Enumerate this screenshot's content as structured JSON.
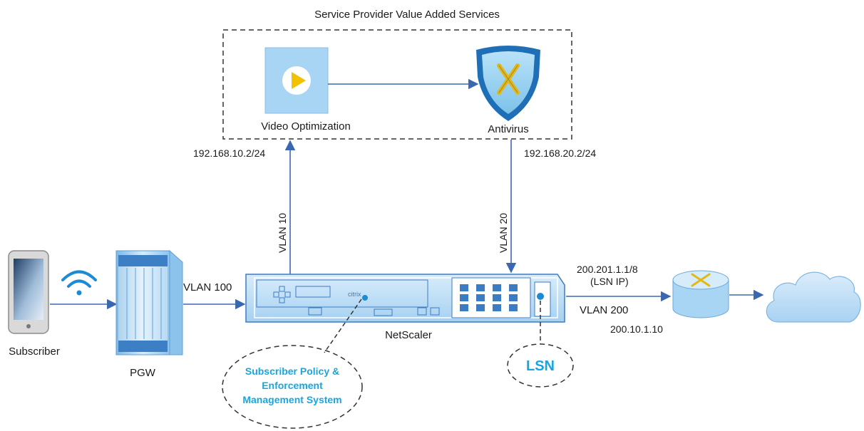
{
  "title": "Service Provider Value Added Services",
  "labels": {
    "video_optimization": "Video Optimization",
    "antivirus": "Antivirus",
    "ip_vlan10": "192.168.10.2/24",
    "ip_vlan20": "192.168.20.2/24",
    "vlan10": "VLAN 10",
    "vlan20": "VLAN 20",
    "vlan100": "VLAN 100",
    "vlan200": "VLAN 200",
    "lsn_ip_addr": "200.201.1.1/8",
    "lsn_ip_tag": "(LSN  IP)",
    "router_ip": "200.10.1.10",
    "netscaler": "NetScaler",
    "subscriber": "Subscriber",
    "pgw": "PGW",
    "lsn": "LSN",
    "policy_line1": "Subscriber Policy &",
    "policy_line2": "Enforcement",
    "policy_line3": "Management System"
  },
  "icons": {
    "video": "play-icon",
    "antivirus": "shield-icon",
    "subscriber": "mobile-phone-icon",
    "wifi": "wifi-icon",
    "pgw": "server-rack-icon",
    "netscaler": "appliance-icon",
    "router": "router-icon",
    "internet": "cloud-icon"
  },
  "colors": {
    "arrow": "#3a68b0",
    "accent_text": "#18a6e0",
    "device_blue": "#a9d5f4",
    "play_yellow": "#f2c200"
  }
}
